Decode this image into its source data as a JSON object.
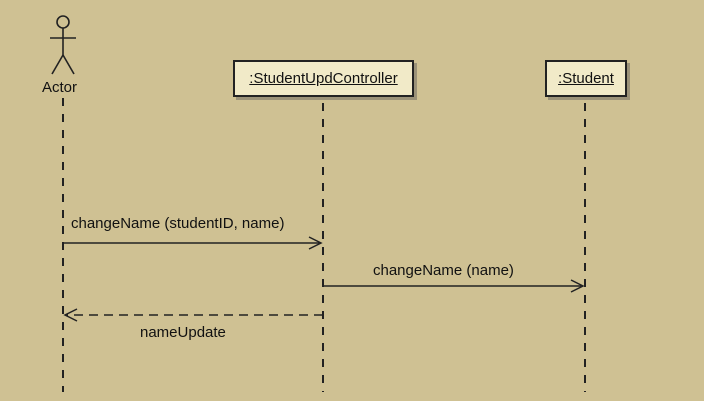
{
  "actor": {
    "label": "Actor",
    "icon": "stick-figure-icon"
  },
  "participants": [
    {
      "label": ":StudentUpdController"
    },
    {
      "label": ":Student"
    }
  ],
  "messages": [
    {
      "label": "changeName (studentID, name)",
      "from": "Actor",
      "to": ":StudentUpdController",
      "kind": "synchronous"
    },
    {
      "label": "changeName (name)",
      "from": ":StudentUpdController",
      "to": ":Student",
      "kind": "synchronous"
    },
    {
      "label": "nameUpdate",
      "from": ":StudentUpdController",
      "to": "Actor",
      "kind": "return"
    }
  ],
  "colors": {
    "background": "#cfc193",
    "participant_fill": "#f1eac8",
    "line": "#222222"
  }
}
